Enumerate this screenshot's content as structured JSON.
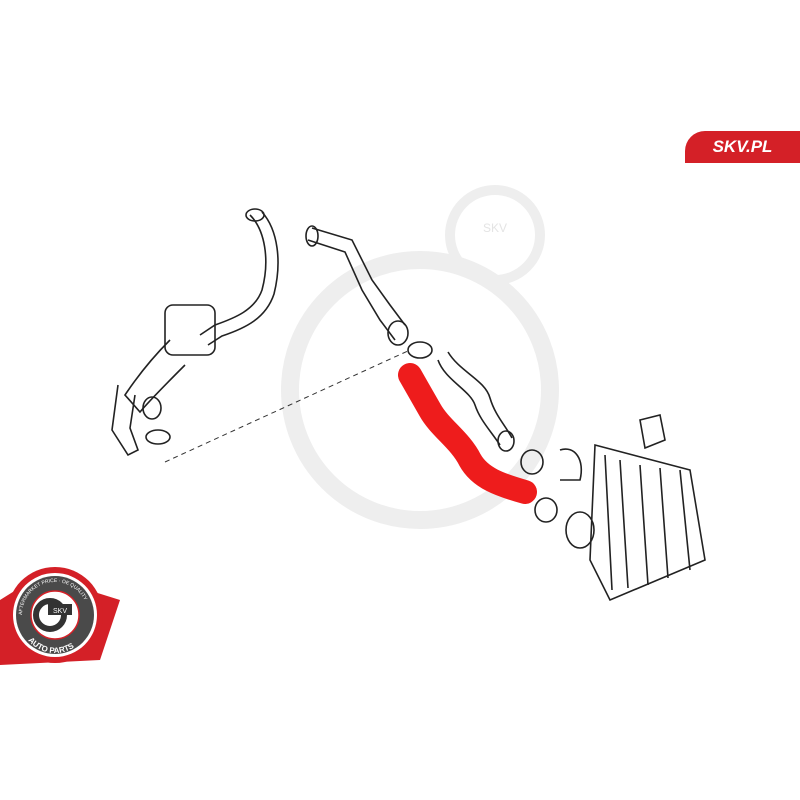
{
  "brand": {
    "label": "SKV.PL",
    "color": "#d42027"
  },
  "badge": {
    "top_text": "AFTERMARKET PRICE · OE QUALITY",
    "center_text": "SKV",
    "bottom_text": "AUTO PARTS"
  },
  "watermark": {
    "text": "SKV"
  },
  "highlight_color": "#ee1c1c"
}
